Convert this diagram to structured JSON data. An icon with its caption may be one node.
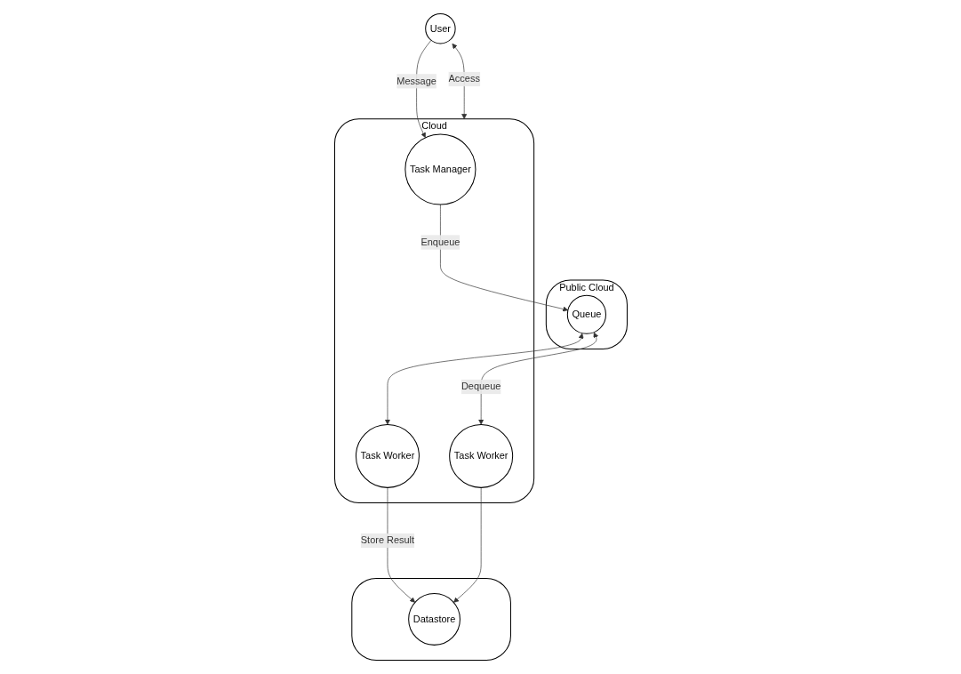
{
  "diagram": {
    "nodes": [
      {
        "text": [
          "User"
        ]
      },
      {
        "text": [
          "Public Cloud"
        ]
      },
      {
        "text": [
          "Queue"
        ],
        "in": 1
      },
      {
        "text": [
          "Cloud"
        ]
      },
      {
        "text": [
          "Task Manager"
        ],
        "in": 3
      },
      {
        "text": [
          "Task Worker"
        ],
        "in": 3
      },
      {
        "text": [
          "Task Worker"
        ],
        "in": 3
      },
      {
        "text": [],
        "shape": "cloud"
      },
      {
        "text": [
          "Datastore"
        ],
        "in": 7
      }
    ],
    "edges": [
      {
        "from": 0,
        "to": 4,
        "arrow": "to",
        "label": "Message"
      },
      {
        "from": 0,
        "to": 3,
        "arrow": "both",
        "label": "Access"
      },
      {
        "from": 4,
        "to": 2,
        "arrow": "to",
        "label": "Enqueue"
      },
      {
        "from": 2,
        "to": 5,
        "arrow": "both"
      },
      {
        "from": 2,
        "to": 6,
        "arrow": "both",
        "label": "Dequeue"
      },
      {
        "from": 5,
        "to": 8,
        "arrow": "to",
        "label": "Store Result"
      },
      {
        "from": 6,
        "to": 8,
        "arrow": "to"
      }
    ]
  }
}
